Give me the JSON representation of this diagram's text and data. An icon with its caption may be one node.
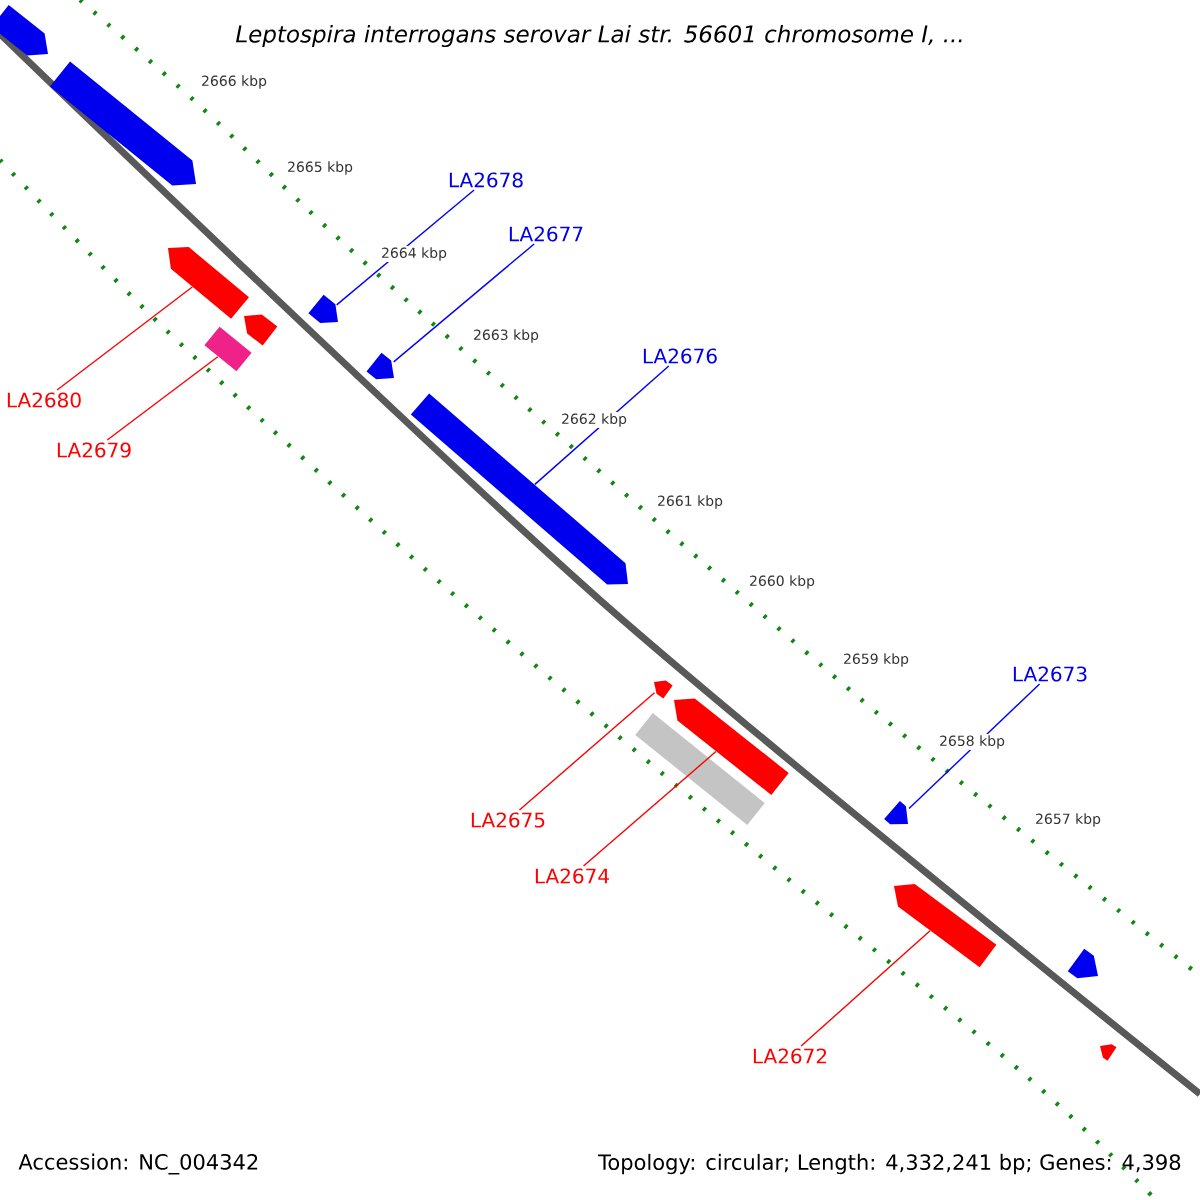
{
  "diagram": {
    "title": "Leptospira interrogans serovar Lai str. 56601 chromosome I, ...",
    "nodes": [
      {
        "text": [],
        "shape": "arrow"
      },
      {
        "text": [],
        "shape": "arrow"
      },
      {
        "text": [],
        "shape": "arrow"
      },
      {
        "text": [],
        "shape": "arrow"
      },
      {
        "text": [],
        "shape": "box"
      },
      {
        "text": [],
        "shape": "arrow"
      },
      {
        "text": [],
        "shape": "arrow"
      },
      {
        "text": [],
        "shape": "arrow"
      },
      {
        "text": [],
        "shape": "arrow"
      },
      {
        "text": [],
        "shape": "arrow"
      },
      {
        "text": [],
        "shape": "box"
      },
      {
        "text": [],
        "shape": "arrow"
      },
      {
        "text": [],
        "shape": "arrow"
      },
      {
        "text": [],
        "shape": "arrow"
      },
      {
        "text": [],
        "shape": "arrow"
      },
      {
        "text": [
          "LA2678"
        ]
      },
      {
        "text": [
          "LA2677"
        ]
      },
      {
        "text": [
          "LA2676"
        ]
      },
      {
        "text": [
          "LA2680"
        ]
      },
      {
        "text": [
          "LA2679"
        ]
      },
      {
        "text": [
          "LA2675"
        ]
      },
      {
        "text": [
          "LA2674"
        ]
      },
      {
        "text": [
          "LA2673"
        ]
      },
      {
        "text": [
          "LA2672"
        ]
      }
    ],
    "edges": [
      {
        "from": 15,
        "to": 5,
        "arrow": "none",
        "color": "#0000ff"
      },
      {
        "from": 16,
        "to": 6,
        "arrow": "none",
        "color": "#0000ff"
      },
      {
        "from": 17,
        "to": 7,
        "arrow": "none",
        "color": "#0000ff"
      },
      {
        "from": 18,
        "to": 2,
        "arrow": "none",
        "color": "#ff0000"
      },
      {
        "from": 19,
        "to": 4,
        "arrow": "none",
        "color": "#ff0000"
      },
      {
        "from": 20,
        "to": 8,
        "arrow": "none",
        "color": "#ff0000"
      },
      {
        "from": 21,
        "to": 9,
        "arrow": "none",
        "color": "#ff0000"
      },
      {
        "from": 22,
        "to": 11,
        "arrow": "none",
        "color": "#0000ff"
      },
      {
        "from": 23,
        "to": 12,
        "arrow": "none",
        "color": "#ff0000"
      }
    ],
    "labels": [
      "2666 kbp",
      "2665 kbp",
      "2664 kbp",
      "2663 kbp",
      "2662 kbp",
      "2661 kbp",
      "2660 kbp",
      "2659 kbp",
      "2658 kbp",
      "2657 kbp",
      "Accession: NC_004342",
      "Topology: circular; Length: 4,332,241 bp; Genes: 4,398"
    ]
  }
}
